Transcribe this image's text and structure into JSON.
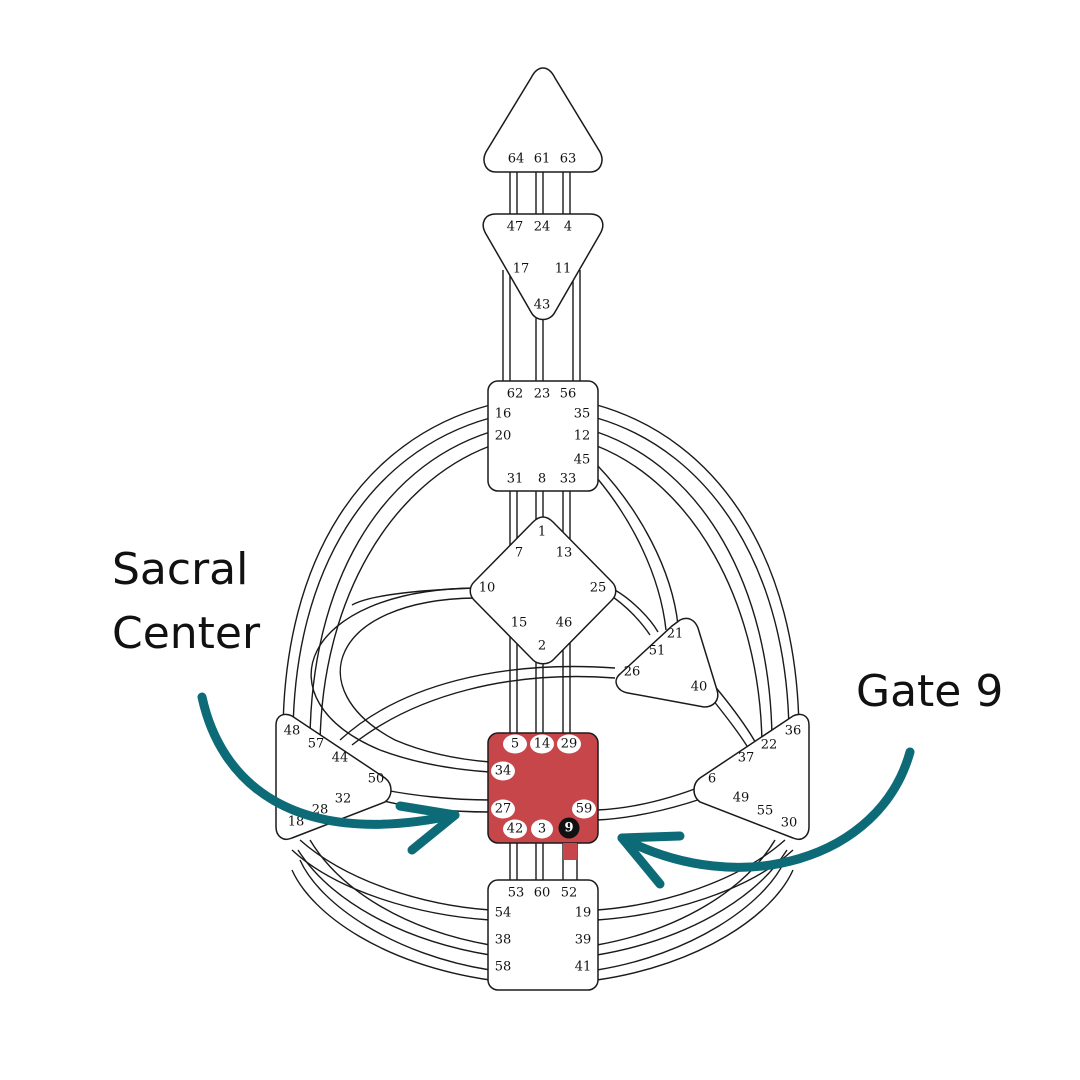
{
  "annotations": {
    "left_label_line1": "Sacral",
    "left_label_line2": "Center",
    "right_label": "Gate 9"
  },
  "colors": {
    "sacral_fill": "#c6464a",
    "arrow": "#0d6b78",
    "gate_highlight": "#111111",
    "gate_badge": "#ffffff"
  },
  "centers": {
    "head": {
      "gates": [
        "64",
        "61",
        "63"
      ]
    },
    "ajna": {
      "gates": [
        "47",
        "24",
        "4",
        "17",
        "11",
        "43"
      ]
    },
    "throat": {
      "gates": [
        "62",
        "23",
        "56",
        "16",
        "35",
        "20",
        "12",
        "45",
        "31",
        "8",
        "33"
      ]
    },
    "g": {
      "gates": [
        "1",
        "7",
        "13",
        "10",
        "25",
        "15",
        "46",
        "2"
      ]
    },
    "heart": {
      "gates": [
        "21",
        "51",
        "26",
        "40"
      ]
    },
    "spleen": {
      "gates": [
        "48",
        "57",
        "44",
        "50",
        "32",
        "28",
        "18"
      ]
    },
    "sacral": {
      "gates": [
        "5",
        "14",
        "29",
        "34",
        "27",
        "59",
        "42",
        "3",
        "9"
      ],
      "highlighted_gate": "9"
    },
    "solar_plexus": {
      "gates": [
        "36",
        "22",
        "37",
        "6",
        "49",
        "55",
        "30"
      ]
    },
    "root": {
      "gates": [
        "53",
        "60",
        "52",
        "54",
        "19",
        "38",
        "39",
        "58",
        "41"
      ]
    }
  }
}
